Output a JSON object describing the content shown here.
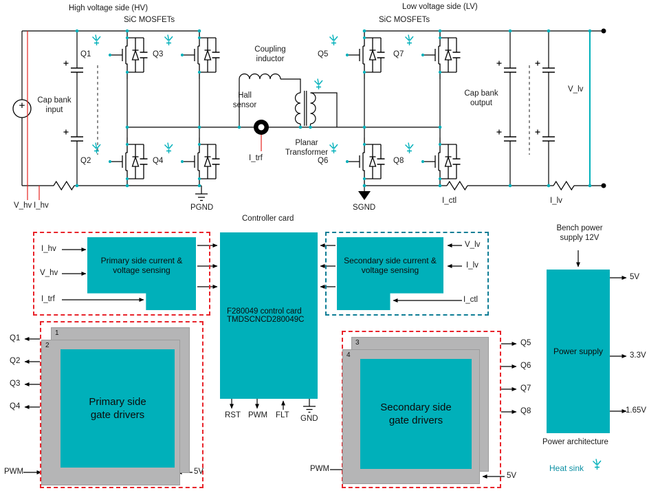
{
  "circuit": {
    "hv": {
      "side_label": "High voltage side (HV)",
      "device_label": "SiC MOSFETs",
      "cap_bank_label": "Cap bank input",
      "transistors": [
        "Q1",
        "Q2",
        "Q3",
        "Q4"
      ],
      "voltage_sense": "V_hv",
      "current_sense": "I_hv",
      "ground": "PGND"
    },
    "lv": {
      "side_label": "Low voltage side (LV)",
      "device_label": "SiC MOSFETs",
      "cap_bank_label": "Cap bank output",
      "transistors": [
        "Q5",
        "Q6",
        "Q7",
        "Q8"
      ],
      "voltage_sense": "V_lv",
      "current_sense": "I_lv",
      "control_current_sense": "I_ctl",
      "ground": "SGND"
    },
    "magnetics": {
      "coupling_inductor": "Coupling inductor",
      "hall_sensor": "Hall sensor",
      "transformer_current": "I_trf",
      "transformer": "Planar Transformer"
    }
  },
  "controller": {
    "section_label": "Controller card",
    "name_line1": "F280049 control card",
    "name_line2": "TMDSCNCD280049C",
    "pins": [
      "RST",
      "PWM",
      "FLT",
      "GND"
    ]
  },
  "sensing": {
    "primary": {
      "title": "Primary side current & voltage sensing",
      "inputs": [
        "I_hv",
        "V_hv",
        "I_trf"
      ]
    },
    "secondary": {
      "title": "Secondary side current & voltage sensing",
      "inputs": [
        "V_lv",
        "I_lv",
        "I_ctl"
      ]
    }
  },
  "gate_drivers": {
    "primary": {
      "title": "Primary side gate drivers",
      "badges": [
        "1",
        "2"
      ],
      "outputs": [
        "Q1",
        "Q2",
        "Q3",
        "Q4"
      ],
      "pwm_label": "PWM",
      "supply_label": "5V"
    },
    "secondary": {
      "title": "Secondary side gate drivers",
      "badges": [
        "3",
        "4"
      ],
      "outputs": [
        "Q5",
        "Q6",
        "Q7",
        "Q8"
      ],
      "pwm_label": "PWM",
      "supply_label": "5V"
    }
  },
  "power": {
    "bench_label": "Bench power supply 12V",
    "block_label": "Power supply",
    "rails": [
      "5V",
      "3.3V",
      "1.65V"
    ],
    "caption": "Power architecture"
  },
  "legend": {
    "heat_sink": "Heat sink"
  },
  "colors": {
    "teal": "#00b0ba",
    "red": "#e5231f",
    "dashed_red": "#e8232a",
    "dashed_blue": "#0e7d95",
    "gray": "#b5b5b6"
  }
}
